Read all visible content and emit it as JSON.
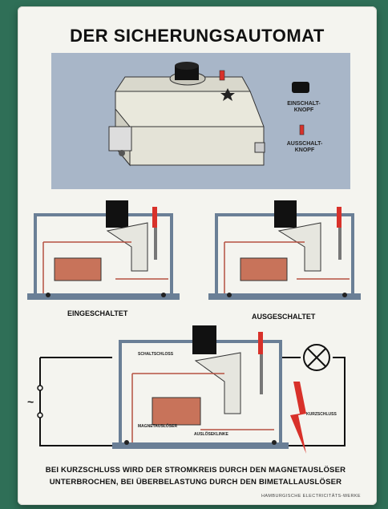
{
  "title": "DER SICHERUNGSAUTOMAT",
  "legend": {
    "on_button": "EINSCHALT-\nKNOPF",
    "off_button": "AUSSCHALT-\nKNOPF"
  },
  "states": {
    "on": "EINGESCHALTET",
    "off": "AUSGESCHALTET"
  },
  "short_circuit_label": "KURZSCHLUSS",
  "inner_labels": {
    "top": "SCHALTSCHLOSS",
    "mid": "MAGNETAUSLÖSER",
    "bottom": "AUSLÖSEKLINKE"
  },
  "tilde": "~",
  "caption": {
    "line1": "BEI KURZSCHLUSS WIRD DER STROMKREIS DURCH DEN MAGNETAUSLÖSER",
    "line2": "UNTERBROCHEN, BEI ÜBERBELASTUNG DURCH DEN BIMETALLAUSLÖSER"
  },
  "maker": "HAMBURGISCHE ELECTRICITÄTS-WERKE",
  "colors": {
    "panel": "#a8b6c8",
    "poster": "#f4f4ef",
    "accent_red": "#d8312a",
    "wire_red": "#b55040",
    "coil": "#c8735a"
  }
}
